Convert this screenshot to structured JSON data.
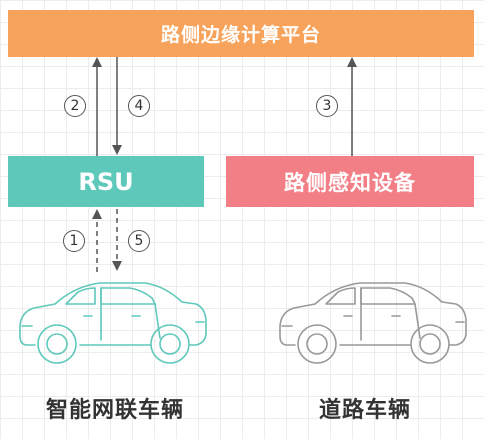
{
  "top": {
    "label": "路侧边缘计算平台",
    "color": "#f7a35c"
  },
  "rsu": {
    "label": "RSU",
    "color": "#5ec8bb"
  },
  "sensor": {
    "label": "路侧感知设备",
    "color": "#f27f86"
  },
  "steps": [
    "2",
    "4",
    "3",
    "1",
    "5"
  ],
  "cars": {
    "connected_label": "智能网联车辆",
    "connected_color": "#5ec8bb",
    "road_label": "道路车辆",
    "road_color": "#999999"
  }
}
